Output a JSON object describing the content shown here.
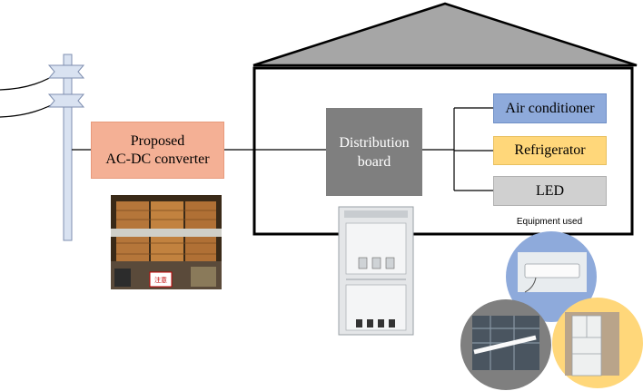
{
  "converter": {
    "line1": "Proposed",
    "line2": "AC-DC converter"
  },
  "distribution": {
    "line1": "Distribution",
    "line2": "board"
  },
  "loads": {
    "air_conditioner": "Air conditioner",
    "refrigerator": "Refrigerator",
    "led": "LED"
  },
  "equipment_caption": "Equipment used",
  "sign_text": "注意",
  "colors": {
    "converter": "#f4b095",
    "distribution": "#7f7f7f",
    "air_conditioner": "#8eaadb",
    "refrigerator": "#ffd77a",
    "led": "#d0d0d0",
    "roof": "#a6a6a6",
    "pole": "#d9e2f1"
  }
}
